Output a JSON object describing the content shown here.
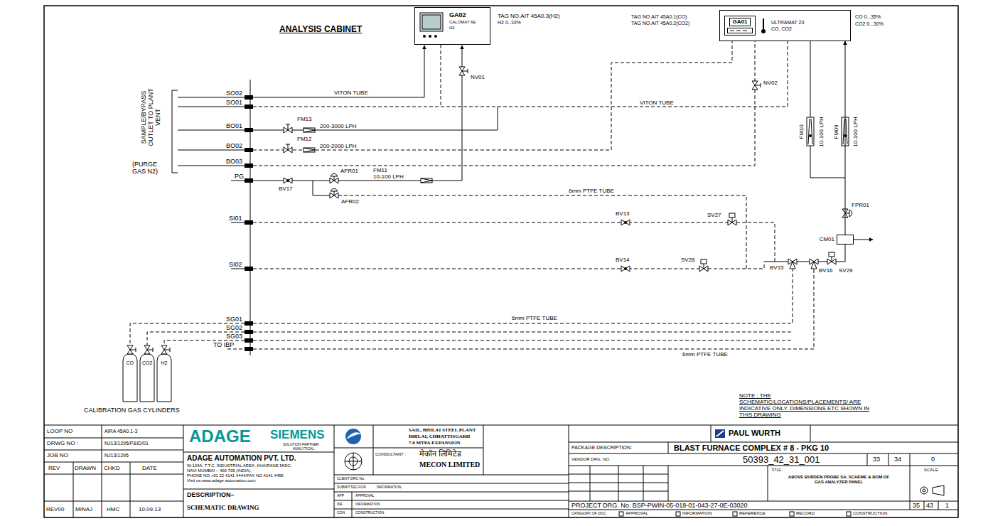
{
  "diagram": {
    "nodes": [
      {
        "text": [
          "GA02",
          "CALOMAT 6E",
          "H2"
        ]
      },
      {
        "text": [
          "GA01",
          "ULTRAMAT 23",
          "CO, CO2"
        ]
      },
      {
        "text": [
          "CM01"
        ]
      }
    ],
    "edges": [
      {
        "from": 2,
        "to": 1,
        "arrow": "to"
      }
    ],
    "labels": [
      "ANALYSIS CABINET",
      "SAMPLE/BYPASS OUTLET TO PLANT VENT",
      "(PURGE GAS N2)",
      "SO02",
      "SO01",
      "BO01",
      "BO02",
      "BO03",
      "PG",
      "SI01",
      "SI02",
      "SG01",
      "SG02",
      "SG03",
      "TO IBP",
      "VITON TUBE",
      "FM13",
      "200-3000 LPH",
      "FM12",
      "200-2000 LPH",
      "NV01",
      "FM11",
      "10-100 LPH",
      "BV17",
      "AFR01",
      "AFR02",
      "6mm PTFE TUBE",
      "BV13",
      "SV27",
      "BV14",
      "SV28",
      "6mm PTFE TUBE",
      "6mm PTFE TUBE",
      "BV15",
      "BV16",
      "SV29",
      "FPR01",
      "FM10",
      "10-100 LPH",
      "FM09",
      "10-100 LPH",
      "NV02",
      "TAG NO.AIT 45A0.3(H2)",
      "H2 0..10%",
      "TAG NO.AIT 45A0.1(CO)",
      "TAG NO.AIT 45A0.2(CO2)",
      "CO 0...35%",
      "CO2 0...30%",
      "VITON TUBE",
      "CO",
      "CO2",
      "H2",
      "CALIBRATION GAS CYLINDERS",
      "NOTE : THE SCHEMATIC/LOCATIONS/PLACEMENTS/ ARE INDICATIVE ONLY. DIMENSIONS ETC SHOWN IN THIS DRAWING",
      "LOOP NO",
      "AIRA 45A0.1-3",
      "DRWG NO :",
      "NJ13/1295/P&ID/01",
      "JOB NO",
      "NJ13/1295",
      "REV",
      "DRAWN",
      "CHKD",
      "DATE",
      "REV00",
      "MINAJ",
      "HMC",
      "10.09.13",
      "ADAGE",
      "SIEMENS",
      "SOLUTION PARTNER",
      "ANALYTICAL",
      "ADAGE AUTOMATION PVT. LTD.",
      "W-124A, T.T.C. INDUSTRIAL AREA, KHAIRANE MIDC,",
      "NAVI MUMBAI – 400 705 (INDIA).",
      "PHONE NO.+91 22 4141 4444/FAX NO.4141 4455",
      "Visit us:www.adage-automation.com",
      "DESCRIPTION–",
      "SCHEMATIC DRAWING",
      "SAIL, BHILAI STEEL PLANT",
      "BHILAI, CHHATTISGARH",
      "7.0 MTPA EXPANSION",
      "CONSULTANT :",
      "मेकॉन लिमिटेड",
      "MECON LIMITED",
      "CLIENT DRG No.",
      "SUBMITTED FOR",
      "INFORMATION",
      "APP",
      "APPROVAL",
      "INF",
      "INFORMATION",
      "CON",
      "CONSTRUCTION",
      "PAUL WURTH",
      "PACKAGE DESCRIPTION:",
      "BLAST FURNACE COMPLEX # 8 - PKG 10",
      "VENDOR DRG. NO.",
      "50393_42_31_001",
      "33",
      "34",
      "0",
      "TITLE :",
      "ABOVE BURDEN PROBE SA. SCHEME & BOM OF GAS ANALYZER PANEL",
      "SCALE",
      "PROJECT DRG. No. BSP-PWIN-05-018-01-043-27-0E-03020",
      "35",
      "43",
      "1",
      "CATEGORY OF DOC.",
      "APPROVAL",
      "INFORMATION",
      "REFERENCE",
      "RECORD",
      "CONSTRUCTION"
    ]
  }
}
